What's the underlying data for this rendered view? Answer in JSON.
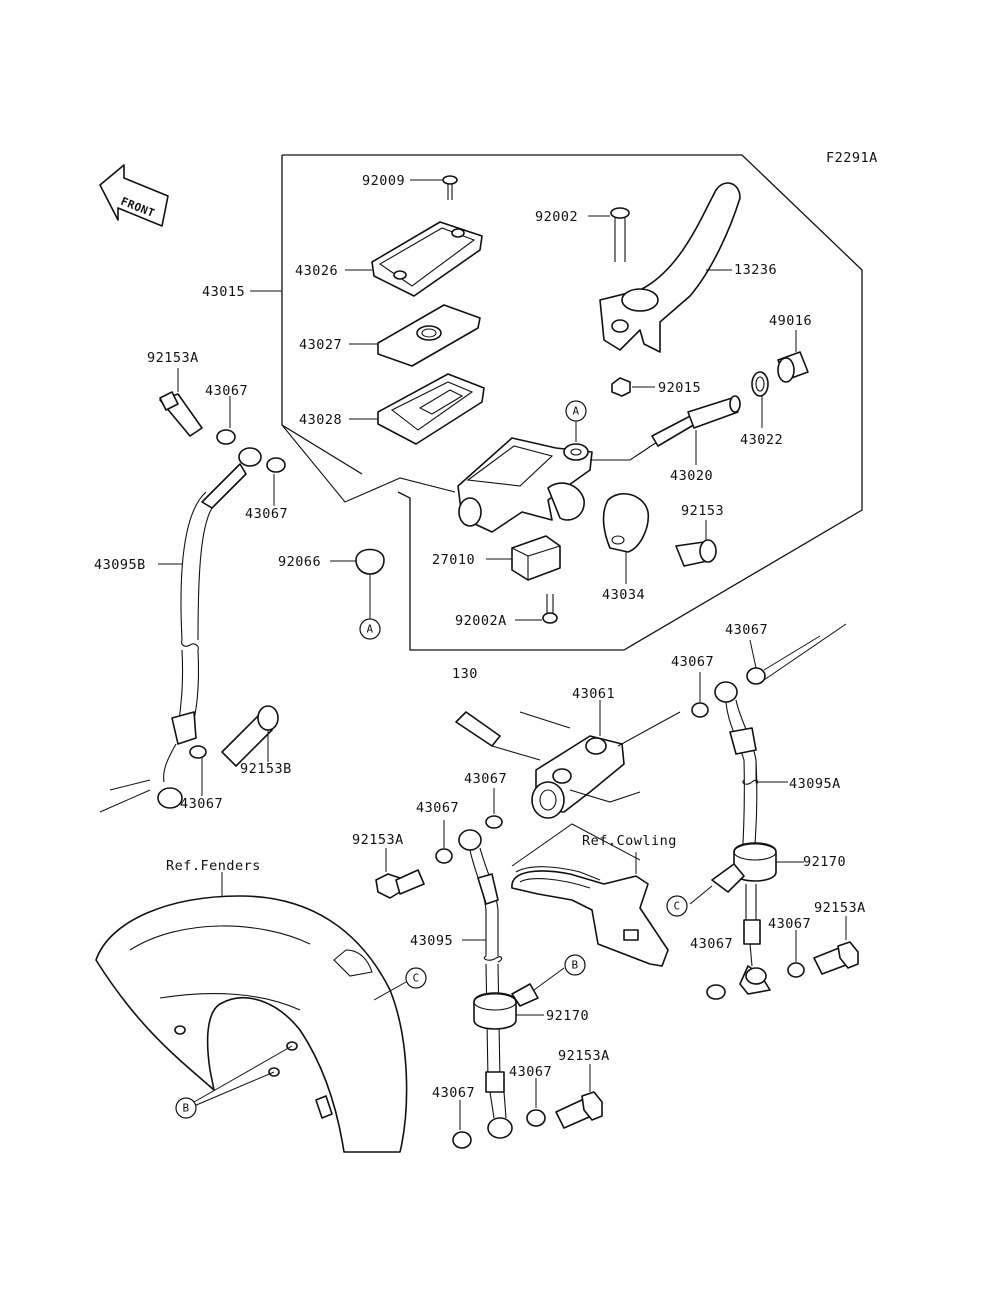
{
  "diagram_code": "F2291A",
  "front_arrow_label": "FRONT",
  "section_number": "130",
  "references": {
    "fenders": "Ref.Fenders",
    "cowling": "Ref.Cowling"
  },
  "callouts": {
    "a": "A",
    "b": "B",
    "c": "C"
  },
  "parts": {
    "p92009": "92009",
    "p92002": "92002",
    "p13236": "13236",
    "p43026": "43026",
    "p43015": "43015",
    "p43027": "43027",
    "p49016": "49016",
    "p92153a_top": "92153A",
    "p43067_a": "43067",
    "p43028": "43028",
    "p92015": "92015",
    "p43022": "43022",
    "p43020": "43020",
    "p43067_b": "43067",
    "p92153": "92153",
    "p43095b": "43095B",
    "p92066": "92066",
    "p27010": "27010",
    "p43034": "43034",
    "p92002a": "92002A",
    "p43067_c": "43067",
    "p43067_d": "43067",
    "p43061": "43061",
    "p92153b": "92153B",
    "p43067_e": "43067",
    "p43095a": "43095A",
    "p43067_f": "43067",
    "p43067_g": "43067",
    "p92153a_mid": "92153A",
    "p92170_right": "92170",
    "p92153a_right": "92153A",
    "p43067_h": "43067",
    "p43067_i": "43067",
    "p43095": "43095",
    "p92170_mid": "92170",
    "p92153a_bot": "92153A",
    "p43067_j": "43067",
    "p43067_k": "43067"
  }
}
